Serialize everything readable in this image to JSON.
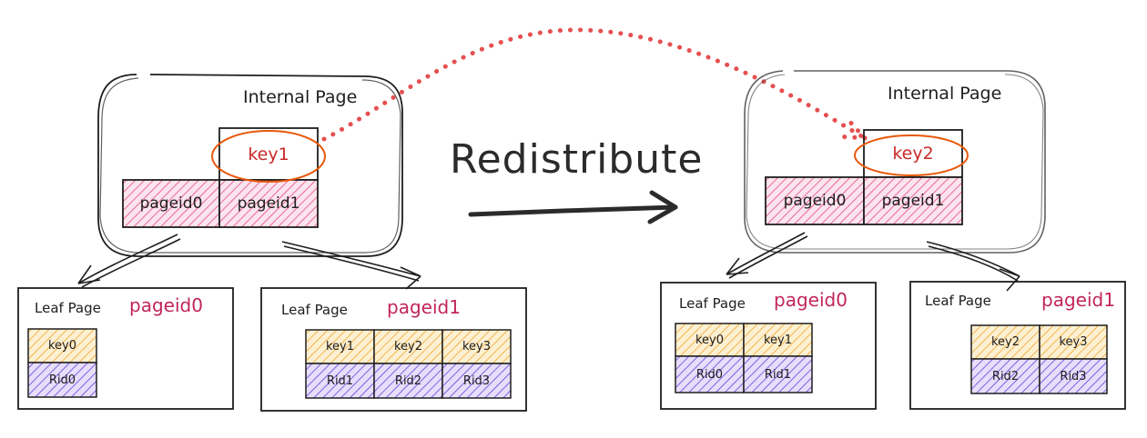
{
  "left": {
    "internal_title": "Internal Page",
    "key": "key1",
    "pageids": [
      "pageid0",
      "pageid1"
    ],
    "leaf0": {
      "title": "Leaf Page",
      "pid": "pageid0",
      "keys": [
        "key0"
      ],
      "rids": [
        "Rid0"
      ]
    },
    "leaf1": {
      "title": "Leaf Page",
      "pid": "pageid1",
      "keys": [
        "key1",
        "key2",
        "key3"
      ],
      "rids": [
        "Rid1",
        "Rid2",
        "Rid3"
      ]
    }
  },
  "right": {
    "internal_title": "Internal Page",
    "key": "key2",
    "pageids": [
      "pageid0",
      "pageid1"
    ],
    "leaf0": {
      "title": "Leaf Page",
      "pid": "pageid0",
      "keys": [
        "key0",
        "key1"
      ],
      "rids": [
        "Rid0",
        "Rid1"
      ]
    },
    "leaf1": {
      "title": "Leaf Page",
      "pid": "pageid1",
      "keys": [
        "key2",
        "key3"
      ],
      "rids": [
        "Rid2",
        "Rid3"
      ]
    }
  },
  "center_label": "Redistribute",
  "colors": {
    "pageid_fill": "#e64980",
    "key_fill": "#f4b740",
    "rid_fill": "#6741d9",
    "ellipse_stroke": "#e8590c",
    "dotted_arrow": "#e03131",
    "ink": "#1e1e1e"
  }
}
